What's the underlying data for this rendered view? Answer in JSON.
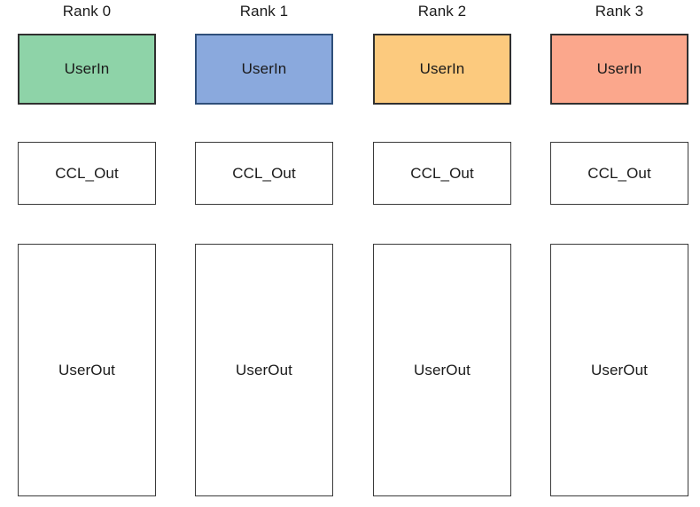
{
  "diagram": {
    "type": "rank-pipeline-block-diagram",
    "background_color": "#ffffff",
    "label_text_color": "#1a1a1a",
    "columns": [
      {
        "rank_label": "Rank 0",
        "accent_color": "#8ed3a8",
        "border_color": "#303030",
        "nodes": {
          "userin": "UserIn",
          "ccl_out": "CCL_Out",
          "userout": "UserOut"
        }
      },
      {
        "rank_label": "Rank 1",
        "accent_color": "#8aa9dd",
        "border_color": "#2f4f7a",
        "nodes": {
          "userin": "UserIn",
          "ccl_out": "CCL_Out",
          "userout": "UserOut"
        }
      },
      {
        "rank_label": "Rank 2",
        "accent_color": "#fcca7e",
        "border_color": "#303030",
        "nodes": {
          "userin": "UserIn",
          "ccl_out": "CCL_Out",
          "userout": "UserOut"
        }
      },
      {
        "rank_label": "Rank 3",
        "accent_color": "#fba78c",
        "border_color": "#303030",
        "nodes": {
          "userin": "UserIn",
          "ccl_out": "CCL_Out",
          "userout": "UserOut"
        }
      }
    ]
  }
}
